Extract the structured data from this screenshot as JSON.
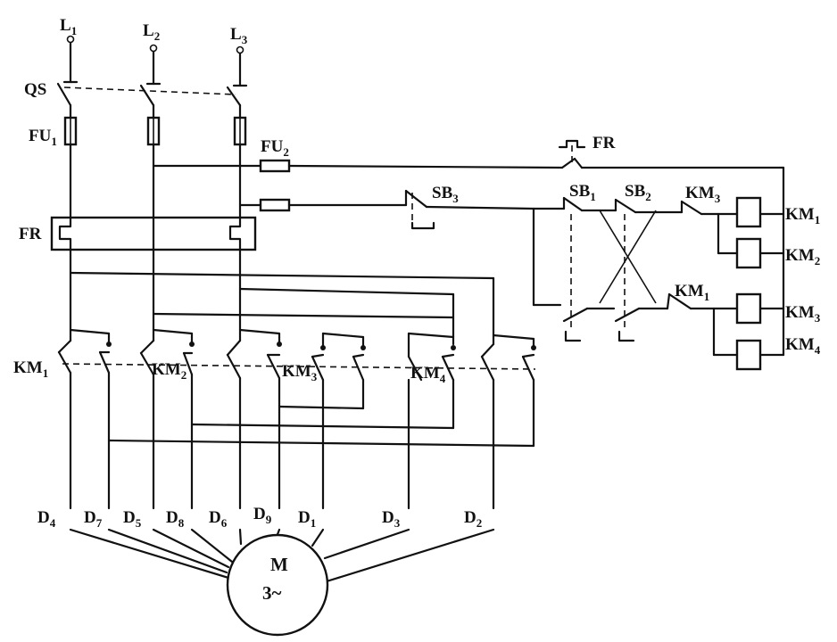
{
  "lines": {
    "l1": "L",
    "l1_sub": "1",
    "l2": "L",
    "l2_sub": "2",
    "l3": "L",
    "l3_sub": "3"
  },
  "switch": "QS",
  "fuse1": {
    "text": "FU",
    "sub": "1"
  },
  "fuse2": {
    "text": "FU",
    "sub": "2"
  },
  "overload": {
    "relay": "FR",
    "contact": "FR"
  },
  "buttons": {
    "sb1": {
      "text": "SB",
      "sub": "1"
    },
    "sb2": {
      "text": "SB",
      "sub": "2"
    },
    "sb3": {
      "text": "SB",
      "sub": "3"
    }
  },
  "contactors": {
    "km1": {
      "text": "KM",
      "sub": "1"
    },
    "km2": {
      "text": "KM",
      "sub": "2"
    },
    "km3": {
      "text": "KM",
      "sub": "3"
    },
    "km4": {
      "text": "KM",
      "sub": "4"
    }
  },
  "control_contacts": {
    "km3": {
      "text": "KM",
      "sub": "3"
    },
    "km1": {
      "text": "KM",
      "sub": "1"
    }
  },
  "coils": {
    "km1": {
      "text": "KM",
      "sub": "1"
    },
    "km2": {
      "text": "KM",
      "sub": "2"
    },
    "km3": {
      "text": "KM",
      "sub": "3"
    },
    "km4": {
      "text": "KM",
      "sub": "4"
    }
  },
  "terminals": [
    {
      "text": "D",
      "sub": "4"
    },
    {
      "text": "D",
      "sub": "7"
    },
    {
      "text": "D",
      "sub": "5"
    },
    {
      "text": "D",
      "sub": "8"
    },
    {
      "text": "D",
      "sub": "6"
    },
    {
      "text": "D",
      "sub": "9"
    },
    {
      "text": "D",
      "sub": "1"
    },
    {
      "text": "D",
      "sub": "3"
    },
    {
      "text": "D",
      "sub": "2"
    }
  ],
  "motor": {
    "name": "M",
    "phase": "3~"
  }
}
